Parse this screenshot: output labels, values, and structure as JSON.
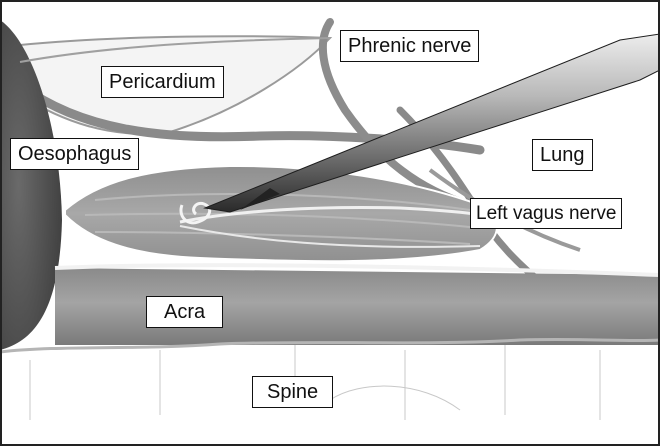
{
  "labels": {
    "phrenic_nerve": "Phrenic nerve",
    "pericardium": "Pericardium",
    "oesophagus": "Oesophagus",
    "lung": "Lung",
    "left_vagus_nerve": "Left vagus nerve",
    "acra": "Acra",
    "spine": "Spine"
  }
}
